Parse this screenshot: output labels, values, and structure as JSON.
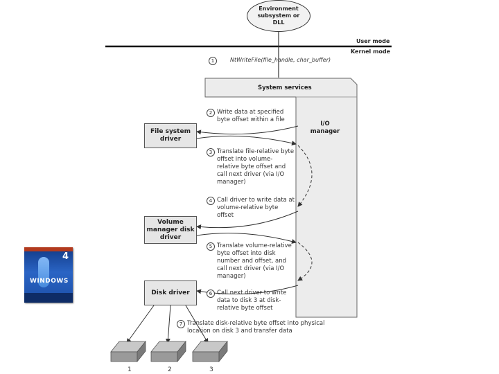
{
  "environment": "Environment subsystem or DLL",
  "user_mode": "User mode",
  "kernel_mode": "Kernel mode",
  "call": "NtWriteFile(file_handle, char_buffer)",
  "system_services": "System services",
  "io_manager": "I/O manager",
  "file_system_driver": "File system driver",
  "volume_manager_driver": "Volume manager disk driver",
  "disk_driver": "Disk driver",
  "steps": [
    {
      "num": "1",
      "text": ""
    },
    {
      "num": "2",
      "text": "Write data at specified byte offset within a file"
    },
    {
      "num": "3",
      "text": "Translate file-relative byte offset into volume-relative byte offset and call next driver (via I/O manager)"
    },
    {
      "num": "4",
      "text": "Call driver to write data at volume-relative byte offset"
    },
    {
      "num": "5",
      "text": "Translate volume-relative byte offset into disk number and offset, and call next driver (via I/O manager)"
    },
    {
      "num": "6",
      "text": "Call next driver to write data to disk 3 at disk-relative byte offset"
    },
    {
      "num": "7",
      "text": "Translate disk-relative byte offset into physical location on disk 3 and transfer data"
    }
  ],
  "disks": [
    "1",
    "2",
    "3"
  ],
  "book_cover": {
    "title": "WINDOWS",
    "edition": "4"
  }
}
